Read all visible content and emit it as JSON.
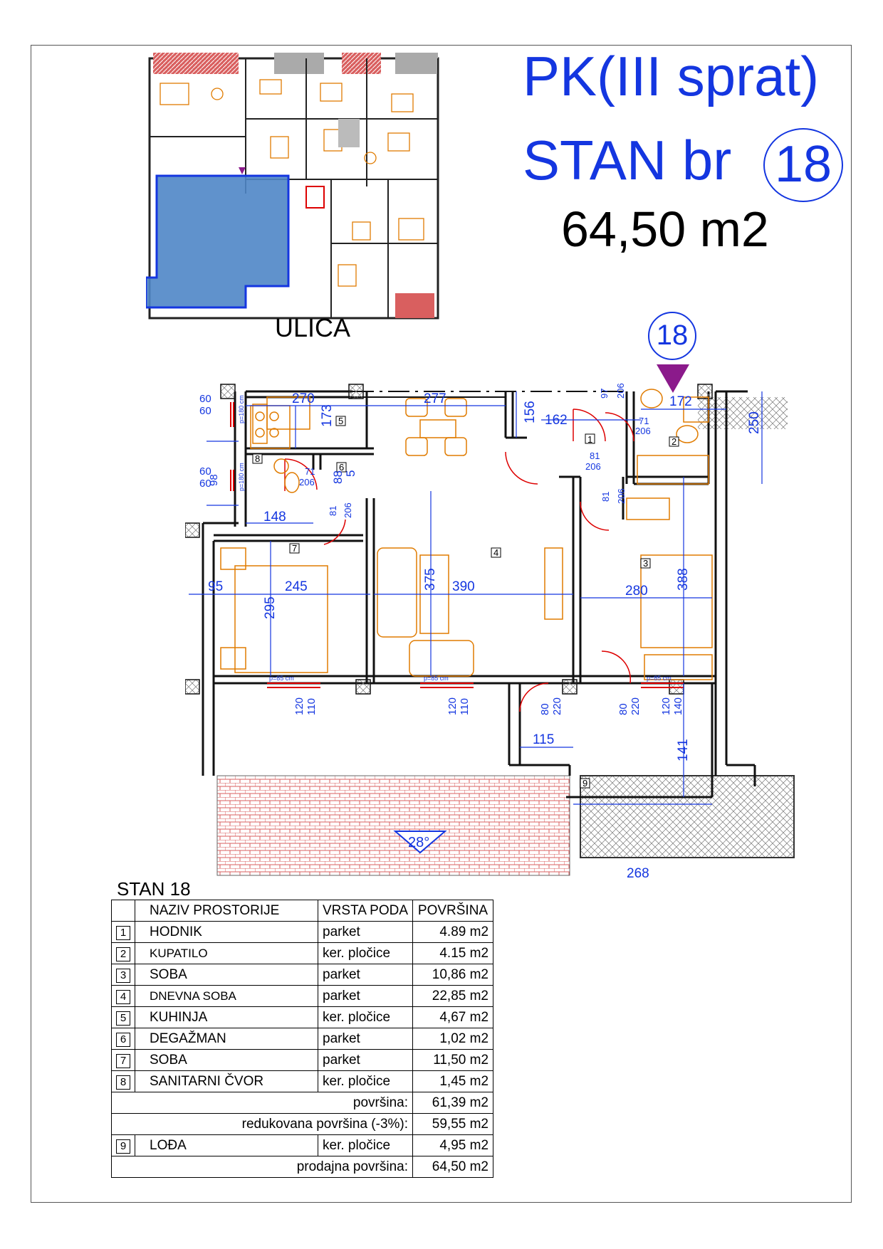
{
  "header": {
    "title_line1": "PK(III sprat)",
    "title_line2_prefix": "STAN br",
    "apartment_number": "18",
    "total_area": "64,50 m2"
  },
  "keyplan": {
    "street_label": "ULICA",
    "colors": {
      "highlight": "#4f86c6",
      "balcony": "#d95f5f",
      "walls": "#222222",
      "furniture": "#e07b00"
    }
  },
  "plan": {
    "entry_number": "18",
    "entry_marker_color": "#8b1a8b",
    "slope_label": "28°",
    "room_tags": [
      "1",
      "2",
      "3",
      "4",
      "5",
      "6",
      "7",
      "8",
      "9"
    ],
    "dimensions": [
      "60",
      "60",
      "60",
      "60",
      "98",
      "270",
      "173",
      "277",
      "156",
      "162",
      "97",
      "206",
      "172",
      "250",
      "71",
      "206",
      "81",
      "206",
      "81",
      "206",
      "71",
      "206",
      "88",
      "5",
      "81",
      "206",
      "148",
      "95",
      "245",
      "295",
      "375",
      "390",
      "280",
      "388",
      "120",
      "110",
      "120",
      "110",
      "80",
      "220",
      "80",
      "220",
      "120",
      "140",
      "115",
      "141",
      "268"
    ],
    "window_notes": [
      "p=180 cm",
      "p=180 cm",
      "p=85 cm",
      "p=85 cm",
      "p=85 cm"
    ],
    "colors": {
      "dimension": "#1436e0",
      "furniture": "#e07b00",
      "loggia_tile": "#555555",
      "terrace": "#d95f5f"
    }
  },
  "table": {
    "caption": "STAN 18",
    "headers": [
      "NAZIV PROSTORIJE",
      "VRSTA PODA",
      "POVRŠINA"
    ],
    "rows": [
      {
        "num": "1",
        "name": "HODNIK",
        "floor": "parket",
        "area": "4.89 m2"
      },
      {
        "num": "2",
        "name": "KUPATILO",
        "floor": "ker. pločice",
        "area": "4.15 m2"
      },
      {
        "num": "3",
        "name": "SOBA",
        "floor": "parket",
        "area": "10,86 m2"
      },
      {
        "num": "4",
        "name": "DNEVNA SOBA",
        "floor": "parket",
        "area": "22,85 m2"
      },
      {
        "num": "5",
        "name": "KUHINJA",
        "floor": "ker. pločice",
        "area": "4,67 m2"
      },
      {
        "num": "6",
        "name": "DEGAŽMAN",
        "floor": "parket",
        "area": "1,02 m2"
      },
      {
        "num": "7",
        "name": "SOBA",
        "floor": "parket",
        "area": "11,50 m2"
      },
      {
        "num": "8",
        "name": "SANITARNI ČVOR",
        "floor": "ker. pločice",
        "area": "1,45 m2"
      }
    ],
    "subtotal_label": "površina:",
    "subtotal_value": "61,39 m2",
    "reduced_label": "redukovana površina (-3%):",
    "reduced_value": "59,55 m2",
    "loggia": {
      "num": "9",
      "name": "LOĐA",
      "floor": "ker. pločice",
      "area": "4,95 m2"
    },
    "sale_label": "prodajna površina:",
    "sale_value": "64,50 m2"
  }
}
